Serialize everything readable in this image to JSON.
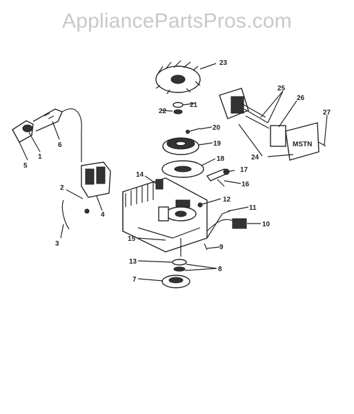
{
  "watermark": "AppliancePartsPros.com",
  "callouts": {
    "c1": "1",
    "c2": "2",
    "c3": "3",
    "c4": "4",
    "c5": "5",
    "c6": "6",
    "c7": "7",
    "c8": "8",
    "c9": "9",
    "c10": "10",
    "c11": "11",
    "c12": "12",
    "c13": "13",
    "c14": "14",
    "c15": "15",
    "c16": "16",
    "c17": "17",
    "c18": "18",
    "c19": "19",
    "c20": "20",
    "c21": "21",
    "c22": "22",
    "c23": "23",
    "c24": "24",
    "c25": "25",
    "c26": "26",
    "c27": "27"
  },
  "muffler_label": "MSTN"
}
